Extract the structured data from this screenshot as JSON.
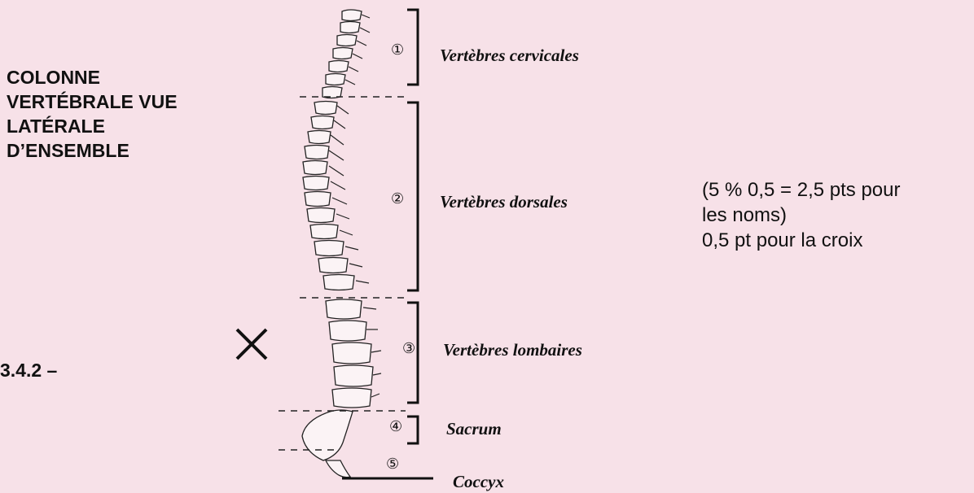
{
  "title_lines": [
    "COLONNE",
    "VERTÉBRALE VUE",
    "LATÉRALE",
    "D’ENSEMBLE"
  ],
  "question_number": "3.4.2 –",
  "regions": [
    {
      "number": "①",
      "label": "Vertèbres cervicales"
    },
    {
      "number": "②",
      "label": "Vertèbres dorsales"
    },
    {
      "number": "③",
      "label": "Vertèbres lombaires"
    },
    {
      "number": "④",
      "label": "Sacrum"
    },
    {
      "number": "⑤",
      "label": "Coccyx"
    }
  ],
  "scoring_note": [
    "(5 % 0,5 = 2,5 pts pour",
    "les noms)",
    "0,5 pt pour la croix"
  ],
  "colors": {
    "background": "#f7e1e8",
    "ink": "#111111"
  }
}
